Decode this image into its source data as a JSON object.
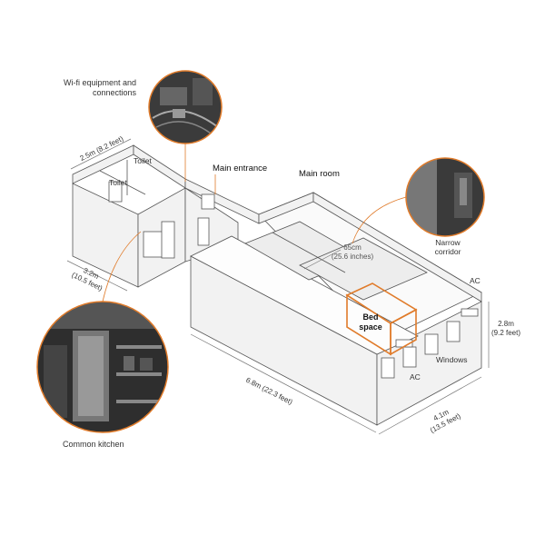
{
  "colors": {
    "accent": "#e07b2a",
    "line": "#555555",
    "wall_fill": "#f2f2f2",
    "background": "#ffffff"
  },
  "labels": {
    "wifi": [
      "Wi-fi equipment and",
      "connections"
    ],
    "toilet_upper": "Toilet",
    "toilet_lower": "Toilet",
    "main_entrance": "Main entrance",
    "main_room": "Main room",
    "narrow_corridor": [
      "Narrow",
      "corridor"
    ],
    "ceiling_dim": [
      "65cm",
      "(25.6 inches)"
    ],
    "bed_space": [
      "Bed",
      "space"
    ],
    "ac_right": "AC",
    "ac_bottom": "AC",
    "windows": "Windows",
    "height_dim": [
      "2.8m",
      "(9.2 feet)"
    ],
    "common_kitchen": "Common kitchen",
    "toilet_width_dim": "2.5m (8.2 feet)",
    "side_depth_dim": [
      "3.2m",
      "(10.5 feet)"
    ],
    "length_dim": "6.8m (22.3 feet)",
    "width_dim": [
      "4.1m",
      "(13.5 feet)"
    ]
  },
  "photos": {
    "wifi": "wifi-equipment-photo",
    "corridor": "narrow-corridor-photo",
    "kitchen": "common-kitchen-photo"
  }
}
